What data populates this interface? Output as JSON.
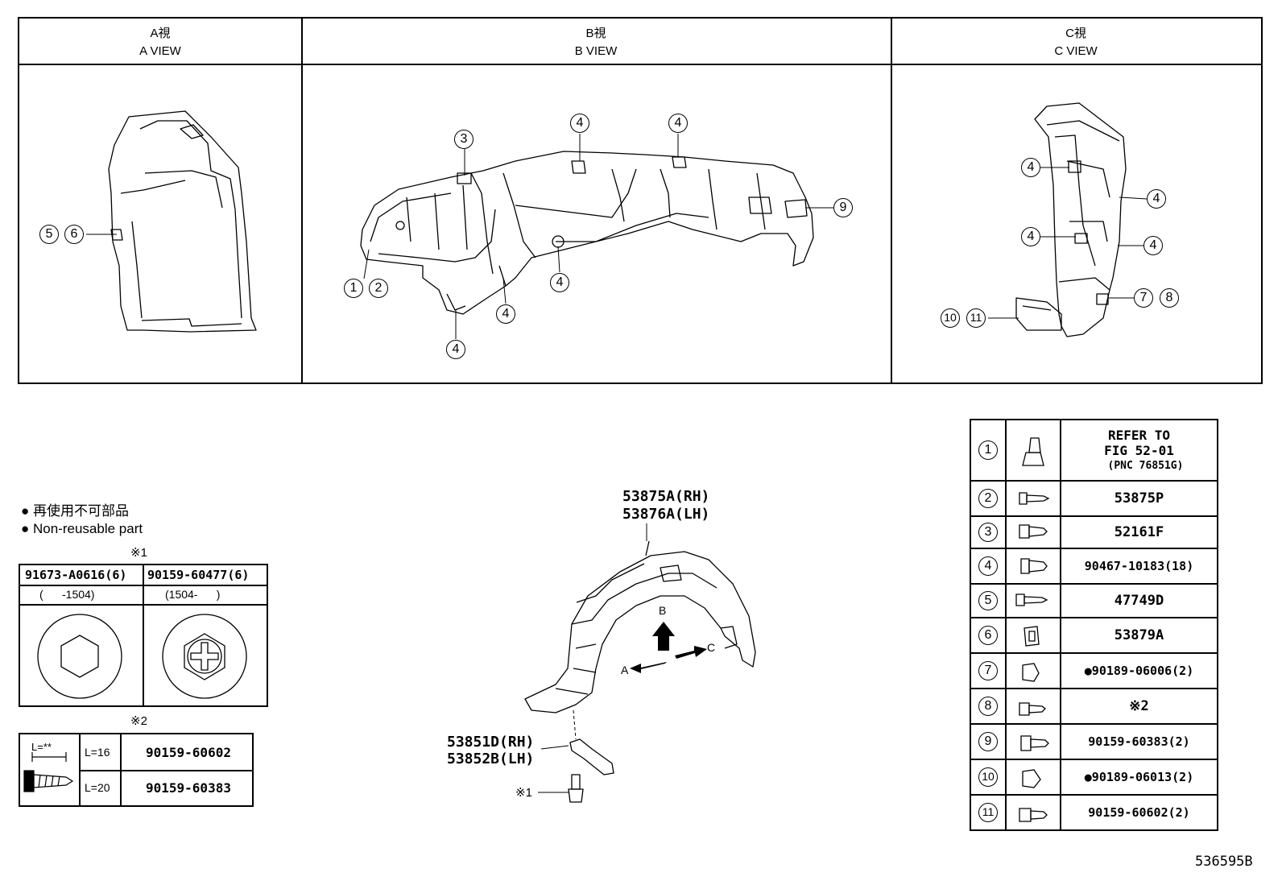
{
  "views": [
    {
      "jp": "A視",
      "en": "A VIEW"
    },
    {
      "jp": "B視",
      "en": "B VIEW"
    },
    {
      "jp": "C視",
      "en": "C VIEW"
    }
  ],
  "callouts": {
    "c1": "1",
    "c2": "2",
    "c3": "3",
    "c4": "4",
    "c5": "5",
    "c6": "6",
    "c7": "7",
    "c8": "8",
    "c9": "9",
    "c10": "10",
    "c11": "11"
  },
  "legend": {
    "jp": "再使用不可部品",
    "en": "Non-reusable part"
  },
  "note1": {
    "mark": "※1",
    "col1_part": "91673-A0616(6)",
    "col2_part": "90159-60477(6)",
    "col1_range": "(      -1504)",
    "col2_range": "(1504-      )"
  },
  "note2": {
    "mark": "※2",
    "length_label": "L=**",
    "rows": [
      {
        "len": "L=16",
        "part": "90159-60602"
      },
      {
        "len": "L=20",
        "part": "90159-60383"
      }
    ]
  },
  "main": {
    "liner_rh": "53875A(RH)",
    "liner_lh": "53876A(LH)",
    "seal_rh": "53851D(RH)",
    "seal_lh": "53852B(LH)",
    "ref_mark": "※1",
    "arrow_a": "A",
    "arrow_b": "B",
    "arrow_c": "C"
  },
  "parts_table": [
    {
      "no": "1",
      "line1": "REFER TO",
      "line2": "FIG 52-01",
      "line3": "(PNC 76851G)",
      "icon": "clip-icon"
    },
    {
      "no": "2",
      "part": "53875P",
      "icon": "screw-grommet-icon"
    },
    {
      "no": "3",
      "part": "52161F",
      "icon": "grommet-icon"
    },
    {
      "no": "4",
      "part": "90467-10183(18)",
      "icon": "clip-icon"
    },
    {
      "no": "5",
      "part": "47749D",
      "icon": "pin-icon"
    },
    {
      "no": "6",
      "part": "53879A",
      "icon": "nut-clip-icon"
    },
    {
      "no": "7",
      "part": "90189-06006(2)",
      "non_reusable": true,
      "icon": "nut-icon"
    },
    {
      "no": "8",
      "part": "※2",
      "icon": "bolt-icon"
    },
    {
      "no": "9",
      "part": "90159-60383(2)",
      "icon": "screw-icon"
    },
    {
      "no": "10",
      "part": "90189-06013(2)",
      "non_reusable": true,
      "icon": "nut-icon"
    },
    {
      "no": "11",
      "part": "90159-60602(2)",
      "icon": "screw-icon"
    }
  ],
  "figure_id": "536595B"
}
